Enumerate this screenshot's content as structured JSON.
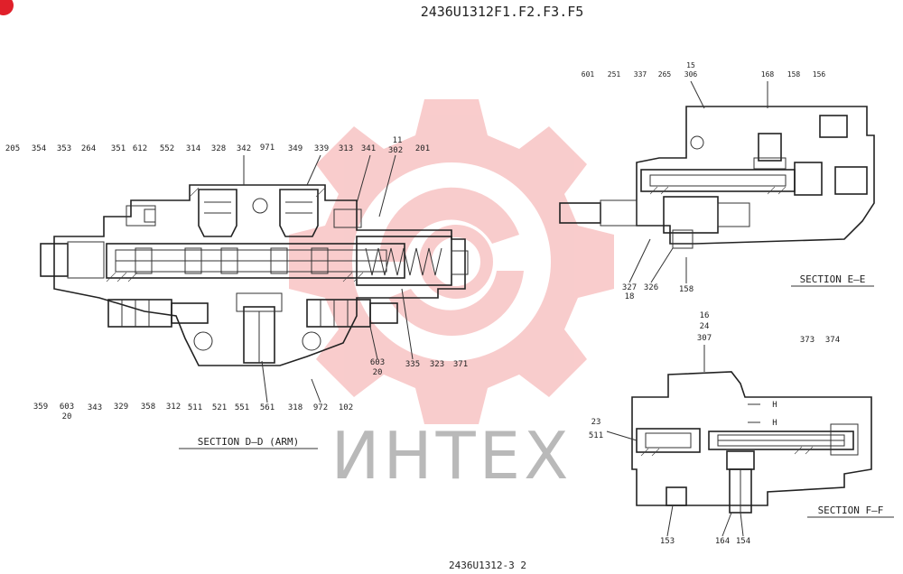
{
  "header": {
    "drawing_number": "2436U1312F1.F2.F3.F5"
  },
  "footer": {
    "sheet_ref": "2436U1312-3 2"
  },
  "watermark": {
    "text": "ИНТЕХ",
    "color": "#f4a3a3"
  },
  "badge": {
    "color": "#e0202a"
  },
  "section_dd": {
    "title": "SECTION D—D (ARM)",
    "top_labels": [
      "205",
      "354",
      "353",
      "264",
      "351",
      "612",
      "552",
      "314",
      "328",
      "342",
      "971",
      "349",
      "339",
      "313",
      "341",
      "11",
      "302",
      "201"
    ],
    "right_labels": [
      "603",
      "20",
      "335",
      "323",
      "371"
    ],
    "bottom_labels": [
      "359",
      "603",
      "20",
      "343",
      "329",
      "358",
      "312",
      "511",
      "521",
      "551",
      "561",
      "318",
      "972",
      "102"
    ]
  },
  "section_ee": {
    "title": "SECTION E—E",
    "top_labels": [
      "601",
      "251",
      "337",
      "265",
      "15",
      "306",
      "168",
      "158",
      "156"
    ],
    "bottom_labels": [
      "327",
      "18",
      "326",
      "158"
    ]
  },
  "section_ff": {
    "title": "SECTION F—F",
    "top_labels": [
      "16",
      "24",
      "307",
      "373",
      "374"
    ],
    "side_labels": [
      "23",
      "511"
    ],
    "h_marks": [
      "H",
      "H"
    ],
    "bottom_labels": [
      "153",
      "164",
      "154"
    ]
  }
}
